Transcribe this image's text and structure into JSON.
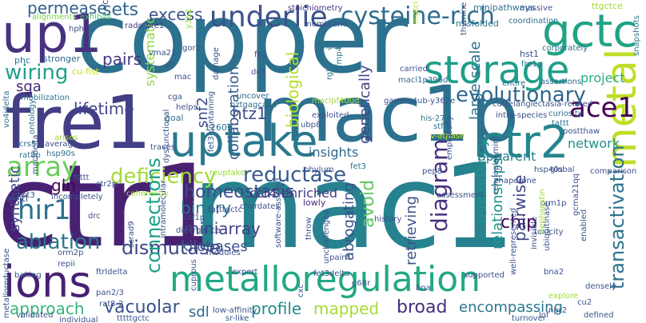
{
  "words": [
    {
      "text": "copper",
      "color": "#2c718e"
    },
    {
      "text": "ctr1",
      "color": "#482173"
    },
    {
      "text": "mac1",
      "color": "#26828e"
    },
    {
      "text": "fre1",
      "color": "#433e85"
    },
    {
      "text": "mac1p",
      "color": "#2c718e"
    },
    {
      "text": "up1",
      "color": "#46327e"
    },
    {
      "text": "gctc",
      "color": "#20a386"
    },
    {
      "text": "storage",
      "color": "#1f9e89"
    },
    {
      "text": "uptake",
      "color": "#2a788e"
    },
    {
      "text": "ctr2",
      "color": "#25858e"
    },
    {
      "text": "ions",
      "color": "#482173"
    },
    {
      "text": "metalloregulation",
      "color": "#22a884"
    },
    {
      "text": "metal",
      "color": "#bddf26"
    },
    {
      "text": "underlie",
      "color": "#3b528b"
    },
    {
      "text": "cysteine-rich",
      "color": "#2f6c8e"
    },
    {
      "text": "ace1",
      "color": "#440154"
    },
    {
      "text": "evolutionary",
      "color": "#31678e"
    },
    {
      "text": "transactivation",
      "color": "#2c728e"
    },
    {
      "text": "array",
      "color": "#6ccd5a"
    },
    {
      "text": "deficiency",
      "color": "#a2da37"
    },
    {
      "text": "reductase",
      "color": "#38598c"
    },
    {
      "text": "hir1",
      "color": "#2d708e"
    },
    {
      "text": "diagram",
      "color": "#472f7d"
    },
    {
      "text": "ablation",
      "color": "#2c738e"
    },
    {
      "text": "dismutase",
      "color": "#3f4889"
    },
    {
      "text": "connections",
      "color": "#1fa088"
    },
    {
      "text": "homeostasis",
      "color": "#3e4a89"
    },
    {
      "text": "wiring",
      "color": "#1fa188"
    },
    {
      "text": "sets",
      "color": "#31688e"
    },
    {
      "text": "excess",
      "color": "#3b528b"
    },
    {
      "text": "permease",
      "color": "#355f8d"
    },
    {
      "text": "pairs",
      "color": "#453781"
    },
    {
      "text": "sga",
      "color": "#482878"
    },
    {
      "text": "lifetime",
      "color": "#404688"
    },
    {
      "text": "synthetic",
      "color": "#3e4989"
    },
    {
      "text": "gln",
      "color": "#440154"
    },
    {
      "text": "amtl",
      "color": "#3f4788"
    },
    {
      "text": "network",
      "color": "#21918c"
    },
    {
      "text": "apparent",
      "color": "#26828e"
    },
    {
      "text": "insights",
      "color": "#31678e"
    },
    {
      "text": "chip",
      "color": "#440154"
    },
    {
      "text": "binary",
      "color": "#2a788e"
    },
    {
      "text": "kilobases",
      "color": "#3b528b"
    },
    {
      "text": "miniarray",
      "color": "#433e85"
    },
    {
      "text": "htz1",
      "color": "#3d4e8a"
    },
    {
      "text": "snf2",
      "color": "#3e4a89"
    },
    {
      "text": "collaboration",
      "color": "#365c8d"
    },
    {
      "text": "biological",
      "color": "#b5de2b"
    },
    {
      "text": "genetically",
      "color": "#414487"
    },
    {
      "text": "redundancy",
      "color": "#21918c"
    },
    {
      "text": "large-scale",
      "color": "#2c728e"
    },
    {
      "text": "avoid",
      "color": "#5ec962"
    },
    {
      "text": "abrogating",
      "color": "#3b528b"
    },
    {
      "text": "retrieving",
      "color": "#3b528b"
    },
    {
      "text": "ccr4-enriched",
      "color": "#443983"
    },
    {
      "text": "project",
      "color": "#29af7f"
    },
    {
      "text": "relationships",
      "color": "#21918c"
    },
    {
      "text": "pairwise",
      "color": "#3f4788"
    },
    {
      "text": "approach",
      "color": "#35b779"
    },
    {
      "text": "vacuolar",
      "color": "#3b528b"
    },
    {
      "text": "sdl",
      "color": "#31688e"
    },
    {
      "text": "profile",
      "color": "#228c8d"
    },
    {
      "text": "mapped",
      "color": "#a5db36"
    },
    {
      "text": "broad",
      "color": "#472d7b"
    },
    {
      "text": "encompassing",
      "color": "#2a788e"
    },
    {
      "text": "systematic",
      "color": "#8fd744"
    },
    {
      "text": "lowly",
      "color": "#472d7b"
    },
    {
      "text": "cl",
      "color": "#453781"
    },
    {
      "text": "alignments",
      "color": "#7ad151"
    },
    {
      "text": "exhibits",
      "color": "#4ac16d"
    },
    {
      "text": "rado-bre1",
      "color": "#443983"
    },
    {
      "text": "y362",
      "color": "#95d840"
    },
    {
      "text": "stoichiometry",
      "color": "#453781"
    },
    {
      "text": "misfolded",
      "color": "#2a788e"
    },
    {
      "text": "membrane",
      "color": "#3b528b"
    },
    {
      "text": "minipathways",
      "color": "#2c728e"
    },
    {
      "text": "massive",
      "color": "#3b528b"
    },
    {
      "text": "coordination",
      "color": "#2c728e"
    },
    {
      "text": "ttgctce",
      "color": "#a2da37"
    },
    {
      "text": "mgtcl",
      "color": "#b5de2b"
    },
    {
      "text": "phc",
      "color": "#2c728e"
    },
    {
      "text": "stronger",
      "color": "#31688e"
    },
    {
      "text": "cu-fist",
      "color": "#cde11d"
    },
    {
      "text": "gor1",
      "color": "#3b528b"
    },
    {
      "text": "vma21",
      "color": "#3b528b"
    },
    {
      "text": "mac",
      "color": "#3b528b"
    },
    {
      "text": "sfl",
      "color": "#3b528b"
    },
    {
      "text": "fe2",
      "color": "#3b528b"
    },
    {
      "text": "npt1",
      "color": "#2a788e"
    },
    {
      "text": "fmp40",
      "color": "#2a788e"
    },
    {
      "text": "hst1",
      "color": "#3b528b"
    },
    {
      "text": "fre1p",
      "color": "#2a788e"
    },
    {
      "text": "corporately",
      "color": "#2c728e"
    },
    {
      "text": "carried",
      "color": "#3b528b"
    },
    {
      "text": "rgla",
      "color": "#2a788e"
    },
    {
      "text": "macl1p396d",
      "color": "#31688e"
    },
    {
      "text": "dd1",
      "color": "#3b528b"
    },
    {
      "text": "uncover",
      "color": "#31688e"
    },
    {
      "text": "hztgagcaaa",
      "color": "#31688e"
    },
    {
      "text": "maclpf400d",
      "color": "#a0da39"
    },
    {
      "text": "gammatub-y362e",
      "color": "#3b528b"
    },
    {
      "text": "cul",
      "color": "#3b528b"
    },
    {
      "text": "telangiectasia-related",
      "color": "#3b528b"
    },
    {
      "text": "entire",
      "color": "#2c728e"
    },
    {
      "text": "assertions",
      "color": "#31688e"
    },
    {
      "text": "snapshots",
      "color": "#2a788e"
    },
    {
      "text": "vo4idelta",
      "color": "#2c728e"
    },
    {
      "text": "ontology",
      "color": "#2c728e"
    },
    {
      "text": "mobilization",
      "color": "#2c728e"
    },
    {
      "text": "cga",
      "color": "#3b528b"
    },
    {
      "text": "helps",
      "color": "#3b528b"
    },
    {
      "text": "1260s",
      "color": "#2c728e"
    },
    {
      "text": "goal",
      "color": "#2c728e"
    },
    {
      "text": "exploited",
      "color": "#3b528b"
    },
    {
      "text": "ubp8",
      "color": "#3b528b"
    },
    {
      "text": "his-279",
      "color": "#2c728e"
    },
    {
      "text": "stfs",
      "color": "#2c728e"
    },
    {
      "text": "intra-species",
      "color": "#3b528b"
    },
    {
      "text": "curiosity",
      "color": "#2c728e"
    },
    {
      "text": "v-atpase",
      "color": "#cde11d"
    },
    {
      "text": "tattt",
      "color": "#2c728e"
    },
    {
      "text": "postthaw",
      "color": "#3b528b"
    },
    {
      "text": "hsp40s",
      "color": "#3b528b"
    },
    {
      "text": "crs5",
      "color": "#2c728e"
    },
    {
      "text": "rat8p",
      "color": "#2c728e"
    },
    {
      "text": "hsp90s",
      "color": "#2c728e"
    },
    {
      "text": "average",
      "color": "#3b528b"
    },
    {
      "text": "arises",
      "color": "#a0da39"
    },
    {
      "text": "fet3",
      "color": "#2c728e"
    },
    {
      "text": "dysfunctional",
      "color": "#3b528b"
    },
    {
      "text": "traces",
      "color": "#3b528b"
    },
    {
      "text": "reuptake",
      "color": "#a0da39"
    },
    {
      "text": "phylum",
      "color": "#3b528b"
    },
    {
      "text": "ceruloplasmin",
      "color": "#3b528b"
    },
    {
      "text": "chaperone",
      "color": "#3b528b"
    },
    {
      "text": "global",
      "color": "#3b528b"
    },
    {
      "text": "comparison",
      "color": "#3b528b"
    },
    {
      "text": "hst3",
      "color": "#3b528b"
    },
    {
      "text": "macldelta",
      "color": "#3b528b"
    },
    {
      "text": "ttttt",
      "color": "#3b528b"
    },
    {
      "text": "incompletely",
      "color": "#3b528b"
    },
    {
      "text": "ctr2p",
      "color": "#3b528b"
    },
    {
      "text": "coherently",
      "color": "#a0da39"
    },
    {
      "text": "pep8",
      "color": "#3b528b"
    },
    {
      "text": "assessment",
      "color": "#3b528b"
    },
    {
      "text": "orm1p",
      "color": "#3b528b"
    },
    {
      "text": "toxicity",
      "color": "#3b528b"
    },
    {
      "text": "hephaestin",
      "color": "#a0da39"
    },
    {
      "text": "invisible",
      "color": "#3b528b"
    },
    {
      "text": "history",
      "color": "#3b528b"
    },
    {
      "text": "chordates",
      "color": "#3b528b"
    },
    {
      "text": "ctr1p",
      "color": "#3b528b"
    },
    {
      "text": "divergence",
      "color": "#3b528b"
    },
    {
      "text": "intramolecular",
      "color": "#3b528b"
    },
    {
      "text": "modules",
      "color": "#3b528b"
    },
    {
      "text": "tatttgctc",
      "color": "#3b528b"
    },
    {
      "text": "scrad9",
      "color": "#3b528b"
    },
    {
      "text": "software-assisted",
      "color": "#3b528b"
    },
    {
      "text": "throw",
      "color": "#3b528b"
    },
    {
      "text": "unchallenged",
      "color": "#3b528b"
    },
    {
      "text": "paint",
      "color": "#3b528b"
    },
    {
      "text": "well-represented",
      "color": "#3b528b"
    },
    {
      "text": "orm2p",
      "color": "#3b528b"
    },
    {
      "text": "repii",
      "color": "#3b528b"
    },
    {
      "text": "baking",
      "color": "#3b528b"
    },
    {
      "text": "ftrldelta",
      "color": "#3b528b"
    },
    {
      "text": "metalloreductase",
      "color": "#3b528b"
    },
    {
      "text": "expert",
      "color": "#3b528b"
    },
    {
      "text": "fet3delta",
      "color": "#3b528b"
    },
    {
      "text": "g68r",
      "color": "#3b528b"
    },
    {
      "text": "cxc",
      "color": "#3b528b"
    },
    {
      "text": "bna",
      "color": "#3b528b"
    },
    {
      "text": "supported",
      "color": "#3b528b"
    },
    {
      "text": "bna2",
      "color": "#3b528b"
    },
    {
      "text": "densely",
      "color": "#3b528b"
    },
    {
      "text": "explore",
      "color": "#a0da39"
    },
    {
      "text": "cu2",
      "color": "#3b528b"
    },
    {
      "text": "npr2",
      "color": "#3b528b"
    },
    {
      "text": "defined",
      "color": "#3b528b"
    },
    {
      "text": "lof",
      "color": "#3b528b"
    },
    {
      "text": "turnover",
      "color": "#3b528b"
    },
    {
      "text": "low-affinity",
      "color": "#3b528b"
    },
    {
      "text": "sr-like",
      "color": "#3b528b"
    },
    {
      "text": "tttttgctc",
      "color": "#3b528b"
    },
    {
      "text": "cuprous",
      "color": "#3b528b"
    },
    {
      "text": "pan2/3",
      "color": "#3b528b"
    },
    {
      "text": "rat8-2",
      "color": "#3b528b"
    },
    {
      "text": "validated",
      "color": "#3b528b"
    },
    {
      "text": "individual",
      "color": "#3b528b"
    },
    {
      "text": "hph",
      "color": "#3b528b"
    },
    {
      "text": "empirically",
      "color": "#3b528b"
    },
    {
      "text": "gcma21qq",
      "color": "#3b528b"
    },
    {
      "text": "ubiquitinase",
      "color": "#3b528b"
    },
    {
      "text": "drc",
      "color": "#3b528b"
    },
    {
      "text": "fet3-containing",
      "color": "#3b528b"
    },
    {
      "text": "thymine",
      "color": "#3b528b"
    },
    {
      "text": "enabled",
      "color": "#3b528b"
    },
    {
      "text": "damage",
      "color": "#3b528b"
    }
  ]
}
